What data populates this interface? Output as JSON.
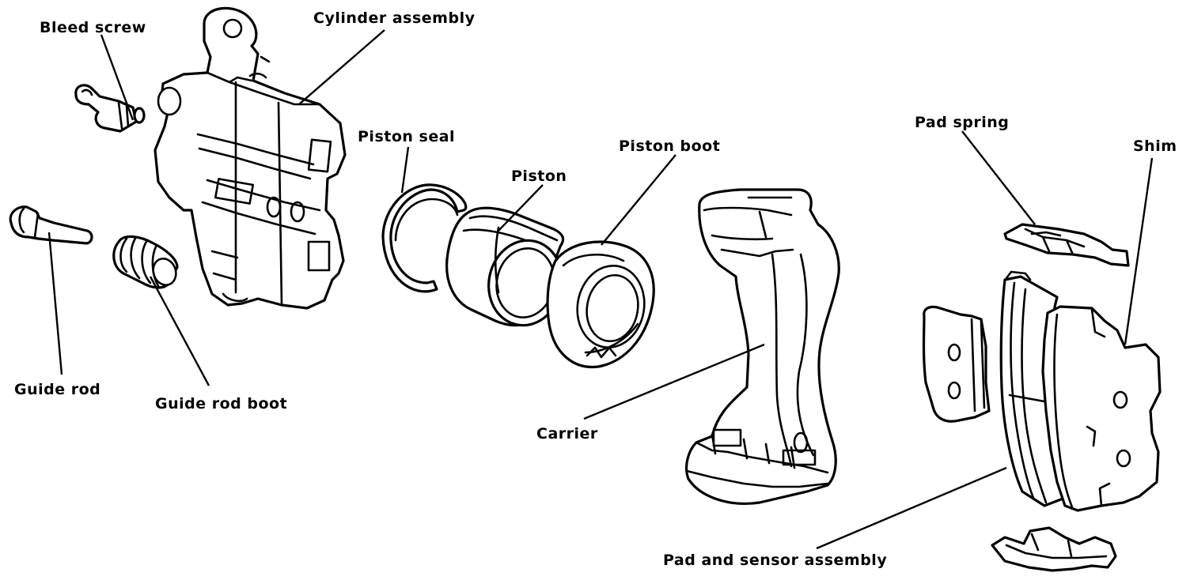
{
  "labels": {
    "bleed_screw": "Bleed screw",
    "cylinder_assembly": "Cylinder assembly",
    "piston_seal": "Piston seal",
    "piston_boot": "Piston boot",
    "piston": "Piston",
    "pad_spring": "Pad spring",
    "shim": "Shim",
    "guide_rod": "Guide rod",
    "guide_rod_boot": "Guide rod boot",
    "carrier": "Carrier",
    "pad_and_sensor_assembly": "Pad and sensor assembly"
  },
  "colors": {
    "line": "#000000",
    "background": "#ffffff"
  }
}
